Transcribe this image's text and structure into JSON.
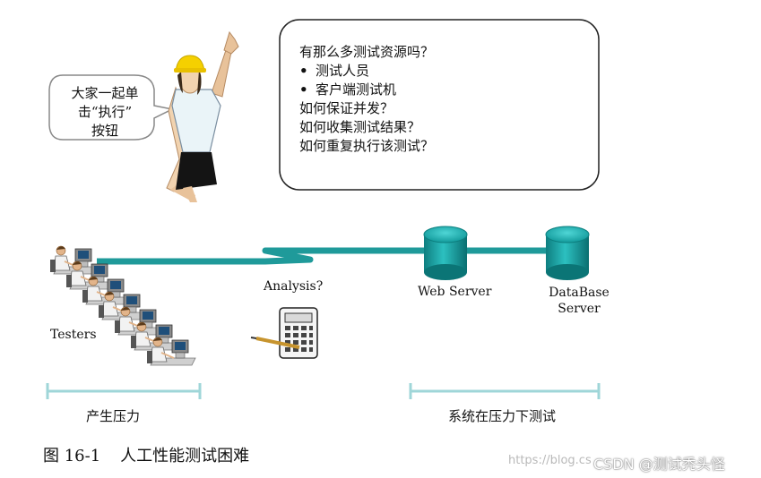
{
  "speech_bubble": {
    "lines": [
      "大家一起单",
      "击“执行”",
      "按钮"
    ]
  },
  "question_box": {
    "heading": "有那么多测试资源吗？",
    "bullets": [
      "测试人员",
      "客户端测试机"
    ],
    "lines": [
      "如何保证并发？",
      "如何收集测试结果？",
      "如何重复执行该测试？"
    ]
  },
  "labels": {
    "testers": "Testers",
    "analysis": "Analysis?",
    "web_server": "Web Server",
    "db_server_line1": "DataBase",
    "db_server_line2": "Server",
    "left_bracket": "产生压力",
    "right_bracket": "系统在压力下测试"
  },
  "caption": {
    "number": "图 16-1",
    "title": "人工性能测试困难"
  },
  "watermark": {
    "url": "https://blog.cs",
    "brand": "CSDN @测试秃头怪"
  },
  "colors": {
    "network": "#1f9a9a",
    "cylinder": "#17a3a3",
    "bracket": "#9fd6d8"
  }
}
